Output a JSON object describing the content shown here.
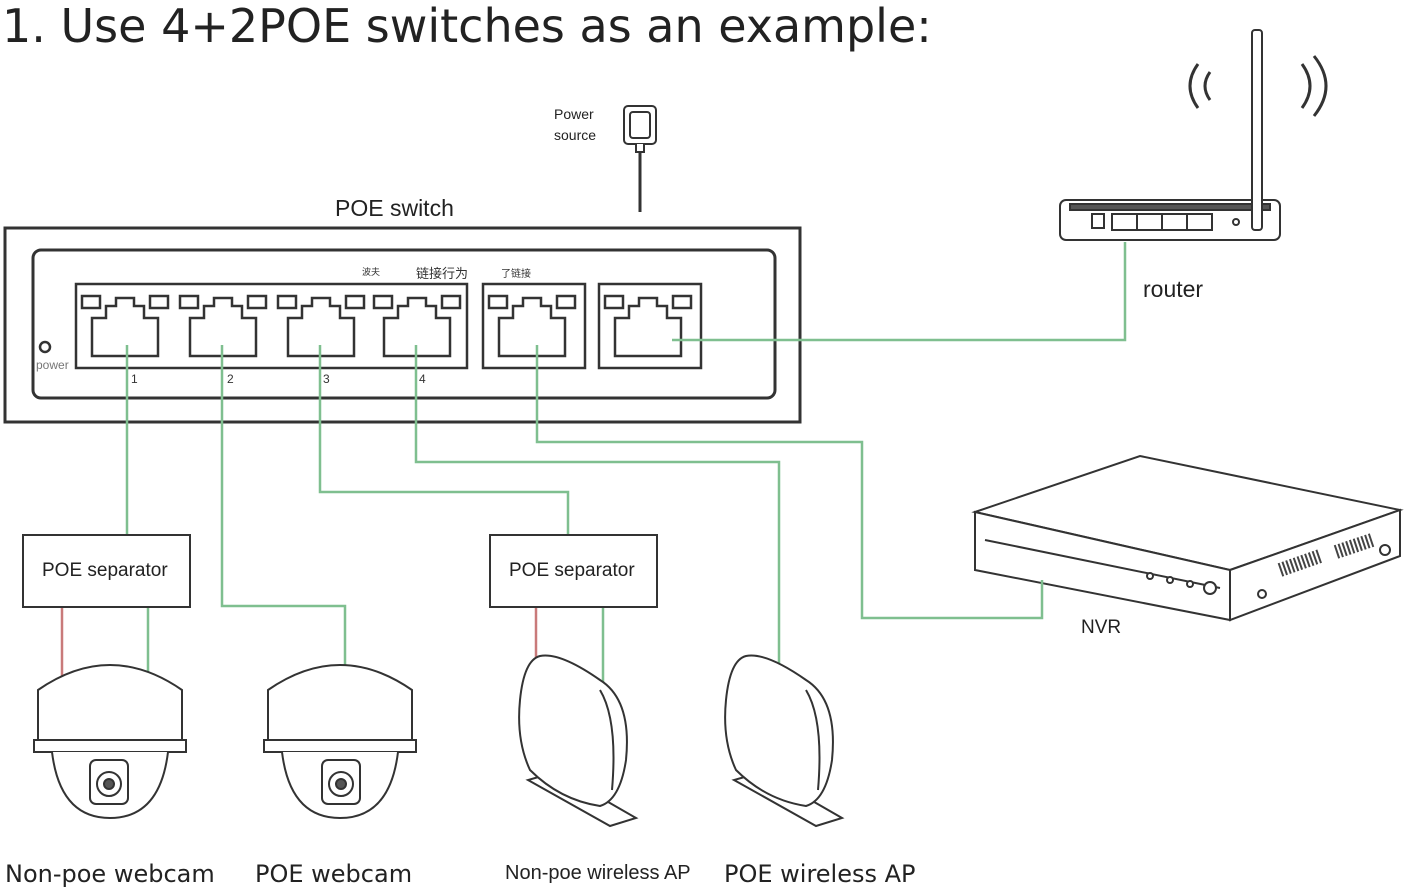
{
  "title": "1. Use 4+2POE switches as an example:",
  "power_source": {
    "line1": "Power",
    "line2": "source"
  },
  "switch": {
    "label": "POE switch",
    "power_label": "power",
    "chinese_labels": [
      "波夫",
      "链接行为",
      "了链接"
    ],
    "port_numbers": [
      "1",
      "2",
      "3",
      "4"
    ]
  },
  "router_label": "router",
  "nvr_label": "NVR",
  "separators": [
    "POE separator",
    "POE separator"
  ],
  "devices": [
    "Non-poe webcam",
    "POE webcam",
    "Non-poe wireless AP",
    "POE wireless AP"
  ],
  "colors": {
    "cable": "#7fbf8f",
    "power_cable": "#c97a7a",
    "outline": "#333333"
  }
}
